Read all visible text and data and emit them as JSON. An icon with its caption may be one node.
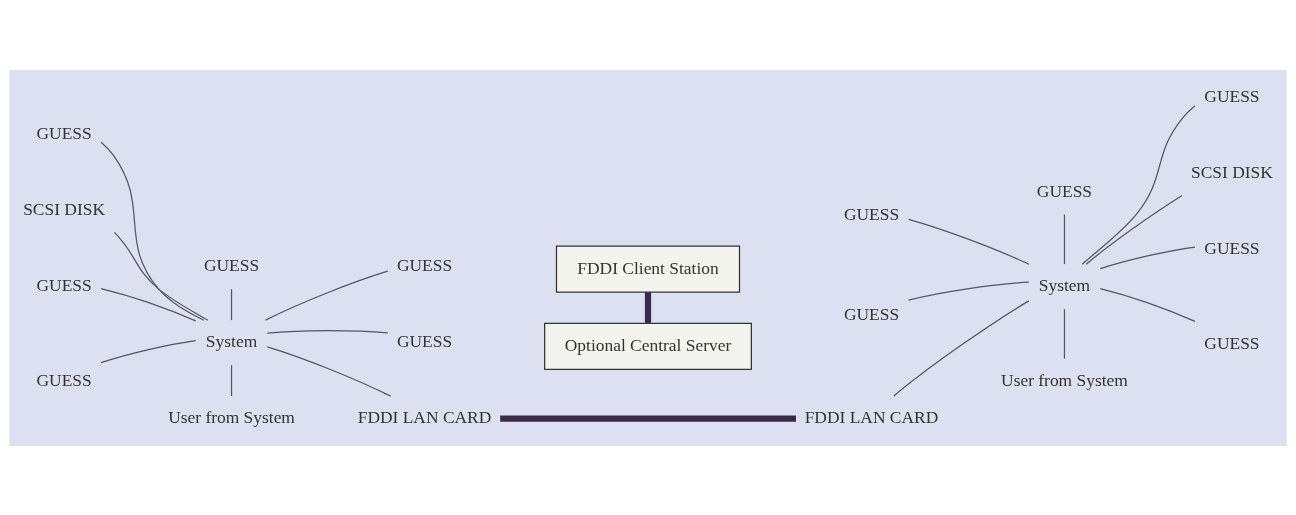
{
  "diagram": {
    "nodes": [
      {
        "text": [
          "GUESS"
        ]
      },
      {
        "text": [
          "GUESS"
        ]
      },
      {
        "text": [
          "GUESS"
        ]
      },
      {
        "text": [
          "GUESS"
        ]
      },
      {
        "text": [
          "System"
        ]
      },
      {
        "text": [
          "FDDI LAN CARD"
        ]
      },
      {
        "text": [
          "GUESS"
        ]
      },
      {
        "text": [
          "GUESS"
        ]
      },
      {
        "text": [
          "SCSI DISK"
        ]
      },
      {
        "text": [
          "User from System"
        ]
      },
      {
        "text": [
          "FDDI Client Station"
        ]
      },
      {
        "text": [
          "Optional Central Server"
        ]
      },
      {
        "text": [
          "GUESS"
        ]
      },
      {
        "text": [
          "GUESS"
        ]
      },
      {
        "text": [
          "GUESS"
        ]
      },
      {
        "text": [
          "FDDI LAN CARD"
        ]
      },
      {
        "text": [
          "System"
        ]
      },
      {
        "text": [
          "GUESS"
        ]
      },
      {
        "text": [
          "GUESS"
        ]
      },
      {
        "text": [
          "GUESS"
        ]
      },
      {
        "text": [
          "SCSI DISK"
        ]
      },
      {
        "text": [
          "User from System"
        ]
      }
    ],
    "edges": [
      {
        "from": 4,
        "to": 0,
        "arrow": "none"
      },
      {
        "from": 4,
        "to": 1,
        "arrow": "none"
      },
      {
        "from": 4,
        "to": 2,
        "arrow": "none"
      },
      {
        "from": 4,
        "to": 3,
        "arrow": "none"
      },
      {
        "from": 4,
        "to": 5,
        "arrow": "none"
      },
      {
        "from": 4,
        "to": 6,
        "arrow": "none"
      },
      {
        "from": 4,
        "to": 7,
        "arrow": "none"
      },
      {
        "from": 4,
        "to": 8,
        "arrow": "none"
      },
      {
        "from": 4,
        "to": 9,
        "arrow": "none"
      },
      {
        "from": 5,
        "to": 15,
        "arrow": "none",
        "style": "thick",
        "color": "#3a2a4a"
      },
      {
        "from": 10,
        "to": 11,
        "arrow": "none",
        "style": "thick",
        "color": "#3a2a4a"
      },
      {
        "from": 16,
        "to": 12,
        "arrow": "none"
      },
      {
        "from": 16,
        "to": 13,
        "arrow": "none"
      },
      {
        "from": 16,
        "to": 14,
        "arrow": "none"
      },
      {
        "from": 16,
        "to": 15,
        "arrow": "none"
      },
      {
        "from": 16,
        "to": 17,
        "arrow": "none"
      },
      {
        "from": 16,
        "to": 18,
        "arrow": "none"
      },
      {
        "from": 16,
        "to": 19,
        "arrow": "none"
      },
      {
        "from": 16,
        "to": 20,
        "arrow": "none"
      },
      {
        "from": 16,
        "to": 21,
        "arrow": "none"
      }
    ]
  }
}
